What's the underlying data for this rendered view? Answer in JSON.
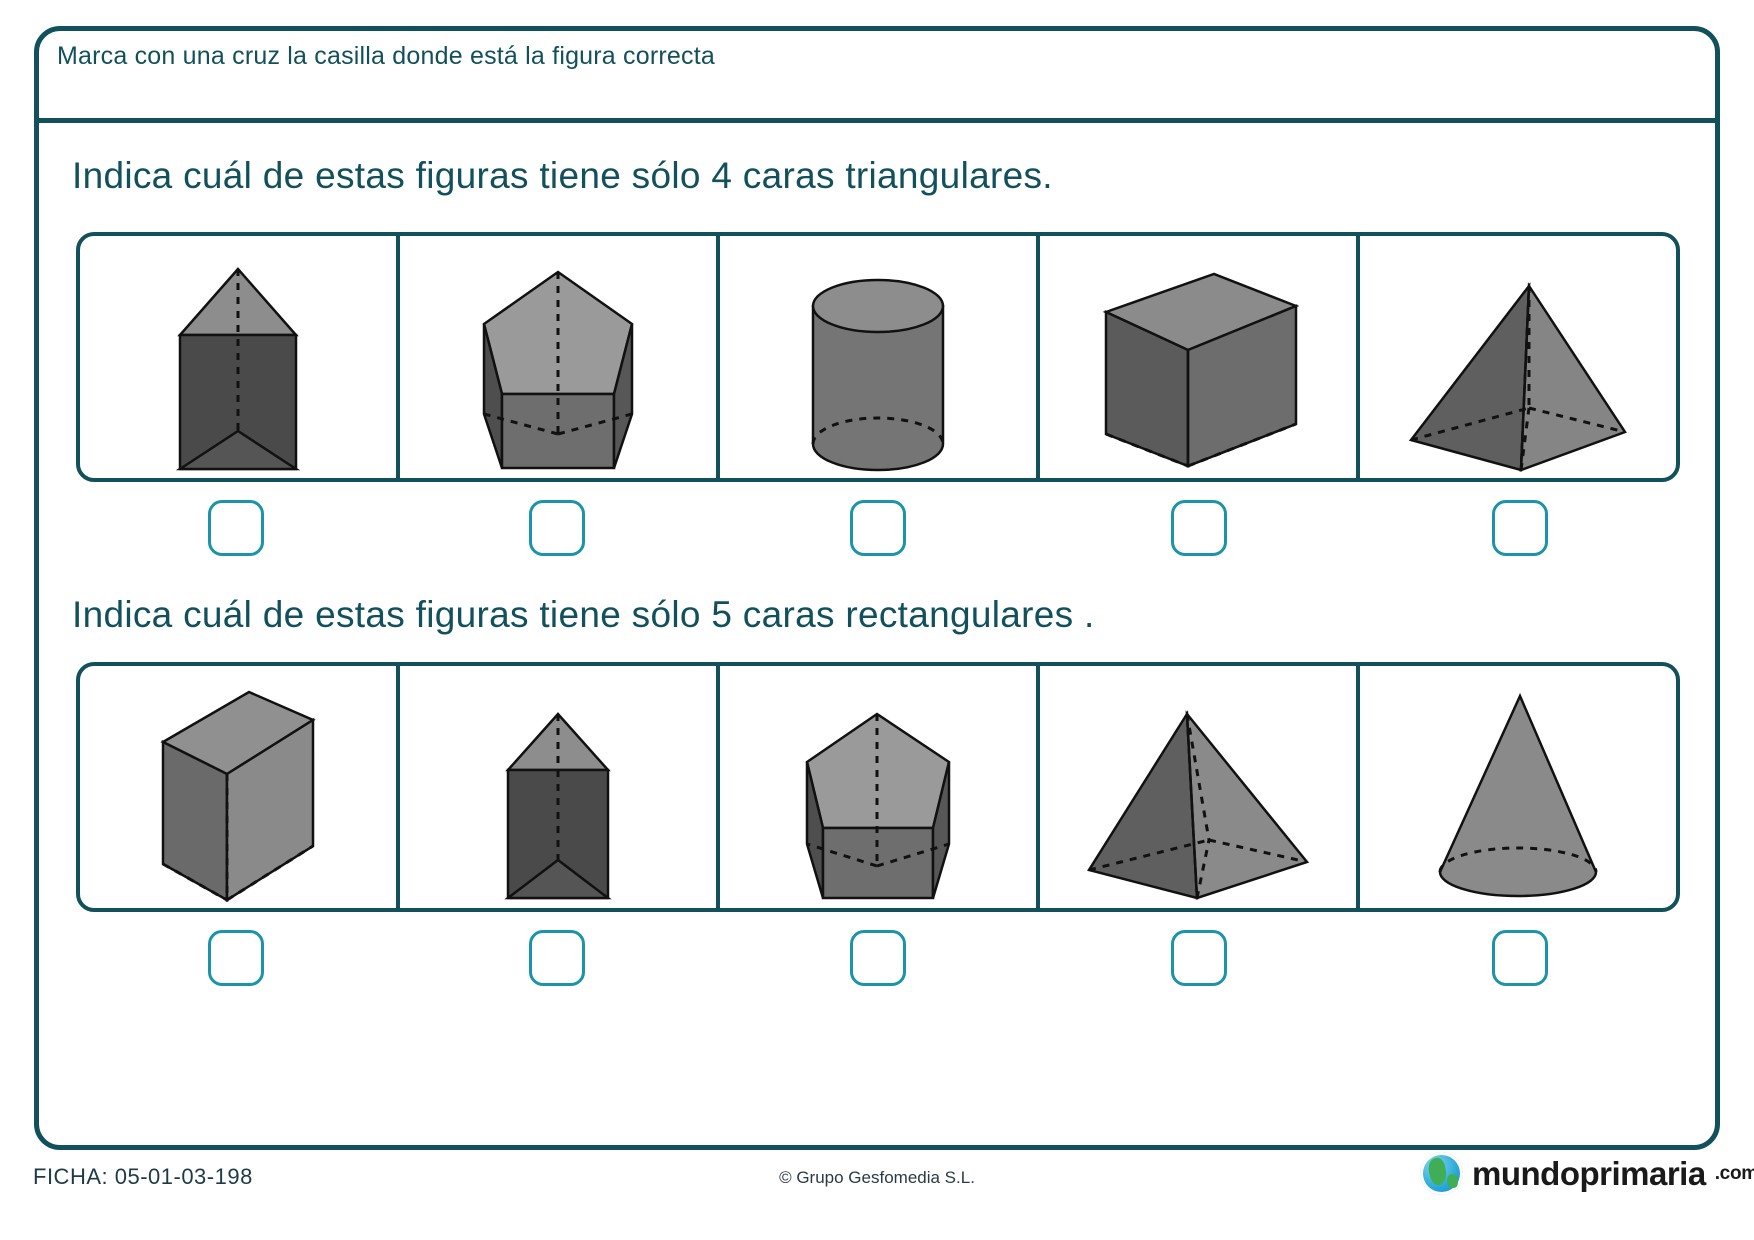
{
  "worksheet": {
    "header_instruction": "Marca con una cruz la casilla donde está la figura correcta",
    "ficha_label": "FICHA: 05-01-03-198",
    "copyright": "© Grupo Gesfomedia S.L.",
    "logo": {
      "name": "mundoprimaria",
      "tld": ".com",
      "icon": "globe-icon"
    },
    "colors": {
      "frame": "#12505c",
      "text": "#12505c",
      "checkbox_border": "#1b93a8",
      "figure_light": "#8d8d8d",
      "figure_mid": "#757575",
      "figure_dark": "#4a4a4a",
      "figure_outline": "#111111"
    }
  },
  "questions": [
    {
      "id": "q1",
      "prompt": "Indica cuál de estas figuras tiene sólo 4 caras triangulares.",
      "options": [
        {
          "index": 1,
          "shape": "triangular-prism-vertical",
          "label": "prisma triangular",
          "checked": false
        },
        {
          "index": 2,
          "shape": "pentagonal-prism",
          "label": "prisma pentagonal",
          "checked": false
        },
        {
          "index": 3,
          "shape": "cylinder",
          "label": "cilindro",
          "checked": false
        },
        {
          "index": 4,
          "shape": "cube",
          "label": "cubo",
          "checked": false
        },
        {
          "index": 5,
          "shape": "square-pyramid",
          "label": "pirámide cuadrangular",
          "checked": false
        }
      ]
    },
    {
      "id": "q2",
      "prompt": "Indica cuál de estas figuras tiene sólo 5 caras rectangulares .",
      "options": [
        {
          "index": 1,
          "shape": "rectangular-prism",
          "label": "prisma rectangular",
          "checked": false
        },
        {
          "index": 2,
          "shape": "triangular-prism-vertical",
          "label": "prisma triangular",
          "checked": false
        },
        {
          "index": 3,
          "shape": "pentagonal-prism",
          "label": "prisma pentagonal",
          "checked": false
        },
        {
          "index": 4,
          "shape": "square-pyramid-wide",
          "label": "pirámide cuadrangular",
          "checked": false
        },
        {
          "index": 5,
          "shape": "cone",
          "label": "cono",
          "checked": false
        }
      ]
    }
  ]
}
